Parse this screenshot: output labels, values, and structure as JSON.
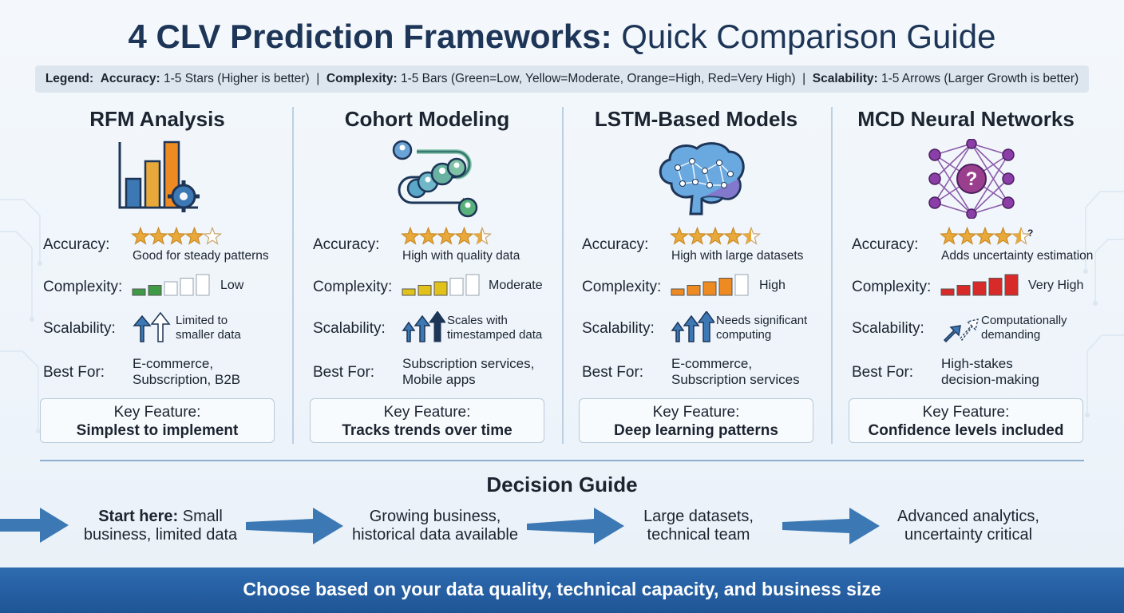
{
  "title": {
    "bold": "4 CLV Prediction Frameworks:",
    "light": " Quick Comparison Guide"
  },
  "legend": {
    "label": "Legend:",
    "accuracy_key": "Accuracy:",
    "accuracy_text": " 1-5 Stars (Higher is better)",
    "complexity_key": "Complexity:",
    "complexity_text": " 1-5 Bars (Green=Low, Yellow=Moderate, Orange=High, Red=Very High)",
    "scalability_key": "Scalability:",
    "scalability_text": " 1-5 Arrows (Larger Growth is better)",
    "sep": "|"
  },
  "row_labels": {
    "accuracy": "Accuracy:",
    "complexity": "Complexity:",
    "scalability": "Scalability:",
    "best_for": "Best For:"
  },
  "key_feature_label": "Key Feature:",
  "frameworks": [
    {
      "name": "RFM Analysis",
      "icon": "bar-chart-gear-icon",
      "accuracy_stars": 4,
      "accuracy_note": "Good for steady patterns",
      "complexity_bars": 2,
      "complexity_color": "#3f9a45",
      "complexity_note": "Low",
      "scalability_arrows": 2,
      "scalability_note": [
        "Limited to",
        "smaller data"
      ],
      "best_for": [
        "E-commerce,",
        "Subscription, B2B"
      ],
      "key_feature": "Simplest to implement"
    },
    {
      "name": "Cohort Modeling",
      "icon": "user-cohort-icon",
      "accuracy_stars": 4.5,
      "accuracy_note": "High with quality data",
      "complexity_bars": 3,
      "complexity_color": "#e2c21a",
      "complexity_note": "Moderate",
      "scalability_arrows": 3,
      "scalability_note": [
        "Scales with",
        "timestamped data"
      ],
      "best_for": [
        "Subscription services,",
        "Mobile apps"
      ],
      "key_feature": "Tracks trends over time"
    },
    {
      "name": "LSTM-Based Models",
      "icon": "brain-network-icon",
      "accuracy_stars": 4.5,
      "accuracy_note": "High with large datasets",
      "complexity_bars": 4,
      "complexity_color": "#ee8a22",
      "complexity_note": "High",
      "scalability_arrows": 3,
      "scalability_note": [
        "Needs significant",
        "computing"
      ],
      "best_for": [
        "E-commerce,",
        "Subscription services"
      ],
      "key_feature": "Deep learning patterns"
    },
    {
      "name": "MCD Neural Networks",
      "icon": "neural-network-question-icon",
      "accuracy_stars": 4.5,
      "accuracy_note": "Adds uncertainty estimation",
      "accuracy_extra_glyph": "?",
      "complexity_bars": 5,
      "complexity_color": "#d92a2a",
      "complexity_note": "Very High",
      "scalability_arrows": 2,
      "scalability_note": [
        "Computationally",
        "demanding"
      ],
      "best_for": [
        "High-stakes",
        "decision-making"
      ],
      "key_feature": "Confidence levels included"
    }
  ],
  "decision_guide": {
    "title": "Decision Guide",
    "steps": [
      {
        "bold": "Start here:",
        "rest": " Small",
        "line2": "business, limited data"
      },
      {
        "bold": "",
        "rest": "Growing business,",
        "line2": "historical data available"
      },
      {
        "bold": "",
        "rest": "Large datasets,",
        "line2": "technical team"
      },
      {
        "bold": "",
        "rest": "Advanced analytics,",
        "line2": "uncertainty critical"
      }
    ]
  },
  "footer": "Choose based on your data quality, technical capacity, and business size",
  "colors": {
    "navy": "#1d3557",
    "blue": "#3c78b4",
    "star": "#e9a93a",
    "footer": "#2462a6"
  }
}
